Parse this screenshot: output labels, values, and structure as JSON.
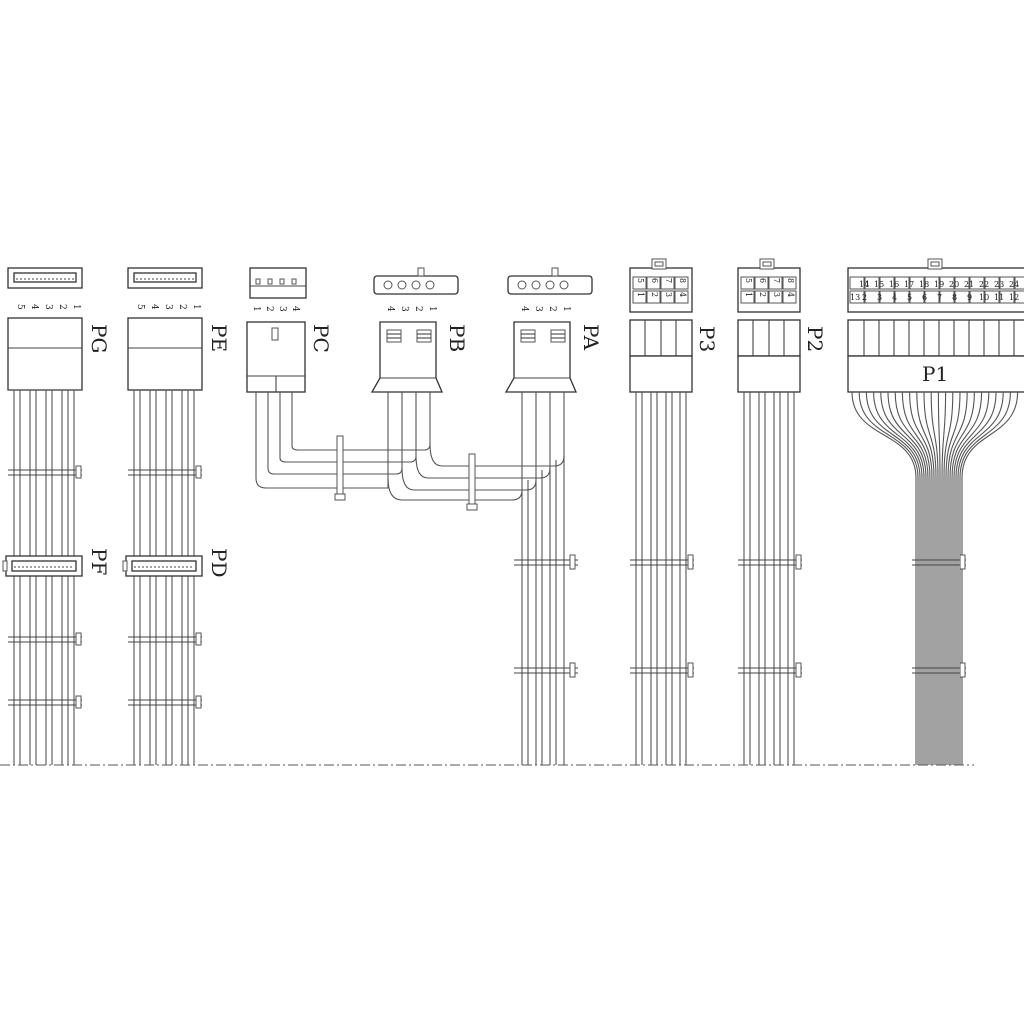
{
  "connectors": {
    "pg": {
      "label": "PG",
      "pins": [
        "1",
        "2",
        "3",
        "4",
        "5"
      ]
    },
    "pe": {
      "label": "PE",
      "pins": [
        "1",
        "2",
        "3",
        "4",
        "5"
      ]
    },
    "pf": {
      "label": "PF"
    },
    "pd": {
      "label": "PD"
    },
    "pc": {
      "label": "PC",
      "pins": [
        "1",
        "2",
        "3",
        "4"
      ]
    },
    "pb": {
      "label": "PB",
      "pins": [
        "1",
        "2",
        "3",
        "4"
      ]
    },
    "pa": {
      "label": "PA",
      "pins": [
        "1",
        "2",
        "3",
        "4"
      ]
    },
    "p3": {
      "label": "P3",
      "pins_top": [
        "8",
        "7",
        "6"
      ],
      "pins_bottom": [
        "4",
        "3",
        "2",
        "1"
      ],
      "pins_mid": [
        "5"
      ]
    },
    "p2": {
      "label": "P2",
      "pins_top": [
        "8",
        "7",
        "6"
      ],
      "pins_bottom": [
        "4",
        "3",
        "2",
        "1"
      ],
      "pins_mid": [
        "5"
      ]
    },
    "p1": {
      "label": "P1",
      "pins_top": [
        "24",
        "23",
        "22",
        "21",
        "20",
        "19",
        "18",
        "17",
        "16",
        "15",
        "14",
        "13"
      ],
      "pins_bottom": [
        "12",
        "11",
        "10",
        "9",
        "8",
        "7",
        "6",
        "5",
        "4",
        "3",
        "2",
        "1"
      ]
    }
  }
}
